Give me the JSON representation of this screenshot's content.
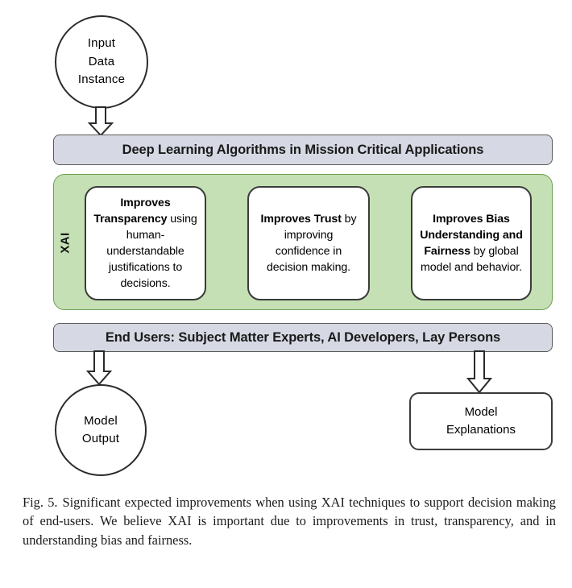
{
  "figure": {
    "id": "fig-5",
    "colors": {
      "banner_fill": "#d6d9e4",
      "banner_border": "#5a5a5a",
      "xai_panel_fill": "#c5e0b4",
      "xai_panel_border": "#6d9e52",
      "card_fill": "#ffffff",
      "card_border": "#3b3b3b",
      "shape_stroke": "#2b2b2b",
      "page_background": "#ffffff",
      "text": "#000000"
    },
    "input_node": {
      "shape": "circle",
      "lines": [
        "Input",
        "Data",
        "Instance"
      ],
      "text": "Input\nData\nInstance"
    },
    "deep_learning_banner": {
      "shape": "rounded-rectangle",
      "text": "Deep Learning Algorithms in Mission Critical Applications"
    },
    "xai_panel": {
      "shape": "rounded-rectangle",
      "side_label": "XAI",
      "cards": [
        {
          "name": "improves-transparency",
          "bold_lead": "Improves Transparency",
          "rest": " using human-understandable justifications to decisions.",
          "full_text": "Improves Transparency using human-understandable justifications to decisions."
        },
        {
          "name": "improves-trust",
          "bold_lead": "Improves Trust",
          "rest": " by improving confidence in decision making.",
          "full_text": "Improves Trust by improving confidence in decision making."
        },
        {
          "name": "improves-bias-understanding-and-fairness",
          "bold_lead": "Improves Bias Understanding and Fairness",
          "rest": " by global model and behavior.",
          "full_text": "Improves Bias Understanding and Fairness by global model and behavior."
        }
      ]
    },
    "end_users_banner": {
      "shape": "rounded-rectangle",
      "text": "End Users: Subject Matter Experts, AI Developers, Lay Persons"
    },
    "model_output_node": {
      "shape": "circle",
      "lines": [
        "Model",
        "Output"
      ],
      "text": "Model\nOutput"
    },
    "model_explanations_node": {
      "shape": "rounded-rectangle",
      "lines": [
        "Model",
        "Explanations"
      ],
      "text": "Model\nExplanations"
    },
    "arrows": [
      {
        "name": "arrow-input-to-deep-learning",
        "style": "hollow-block-arrow",
        "direction": "down"
      },
      {
        "name": "arrow-end-users-to-model-output",
        "style": "hollow-block-arrow",
        "direction": "down"
      },
      {
        "name": "arrow-end-users-to-model-explanations",
        "style": "hollow-block-arrow",
        "direction": "down"
      }
    ]
  },
  "caption": {
    "figure_number": "Fig. 5.",
    "text": "Significant expected improvements when using XAI techniques to support decision making of end-users. We believe XAI is important due to improvements in trust, transparency, and in understanding bias and fairness.",
    "full_text": "Fig. 5. Significant expected improvements when using XAI techniques to support decision making of end-users. We believe XAI is important due to improvements in trust, transparency, and in understanding bias and fairness."
  }
}
